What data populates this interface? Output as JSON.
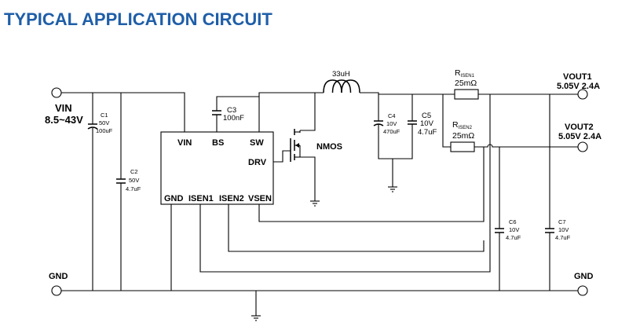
{
  "title": "TYPICAL APPLICATION CIRCUIT",
  "ic": {
    "pins": {
      "vin": "VIN",
      "bs": "BS",
      "sw": "SW",
      "drv": "DRV",
      "gnd": "GND",
      "isen1": "ISEN1",
      "isen2": "ISEN2",
      "vsen": "VSEN"
    }
  },
  "input": {
    "label": "VIN",
    "range": "8.5~43V"
  },
  "ground_label": "GND",
  "inductor": "33uH",
  "transistor": "NMOS",
  "sense_resistors": {
    "r1": {
      "name": "R",
      "sub": "ISEN1",
      "value": "25mΩ"
    },
    "r2": {
      "name": "R",
      "sub": "ISEN2",
      "value": "25mΩ"
    }
  },
  "outputs": {
    "vout1": {
      "label": "VOUT1",
      "spec": "5.05V 2.4A"
    },
    "vout2": {
      "label": "VOUT2",
      "spec": "5.05V 2.4A"
    }
  },
  "capacitors": {
    "c1": {
      "name": "C1",
      "voltage": "50V",
      "value": "100uF"
    },
    "c2": {
      "name": "C2",
      "voltage": "50V",
      "value": "4.7uF"
    },
    "c3": {
      "name": "C3",
      "value": "100nF"
    },
    "c4": {
      "name": "C4",
      "voltage": "10V",
      "value": "470uF"
    },
    "c5": {
      "name": "C5",
      "voltage": "10V",
      "value": "4.7uF"
    },
    "c6": {
      "name": "C6",
      "voltage": "10V",
      "value": "4.7uF"
    },
    "c7": {
      "name": "C7",
      "voltage": "10V",
      "value": "4.7uF"
    }
  }
}
